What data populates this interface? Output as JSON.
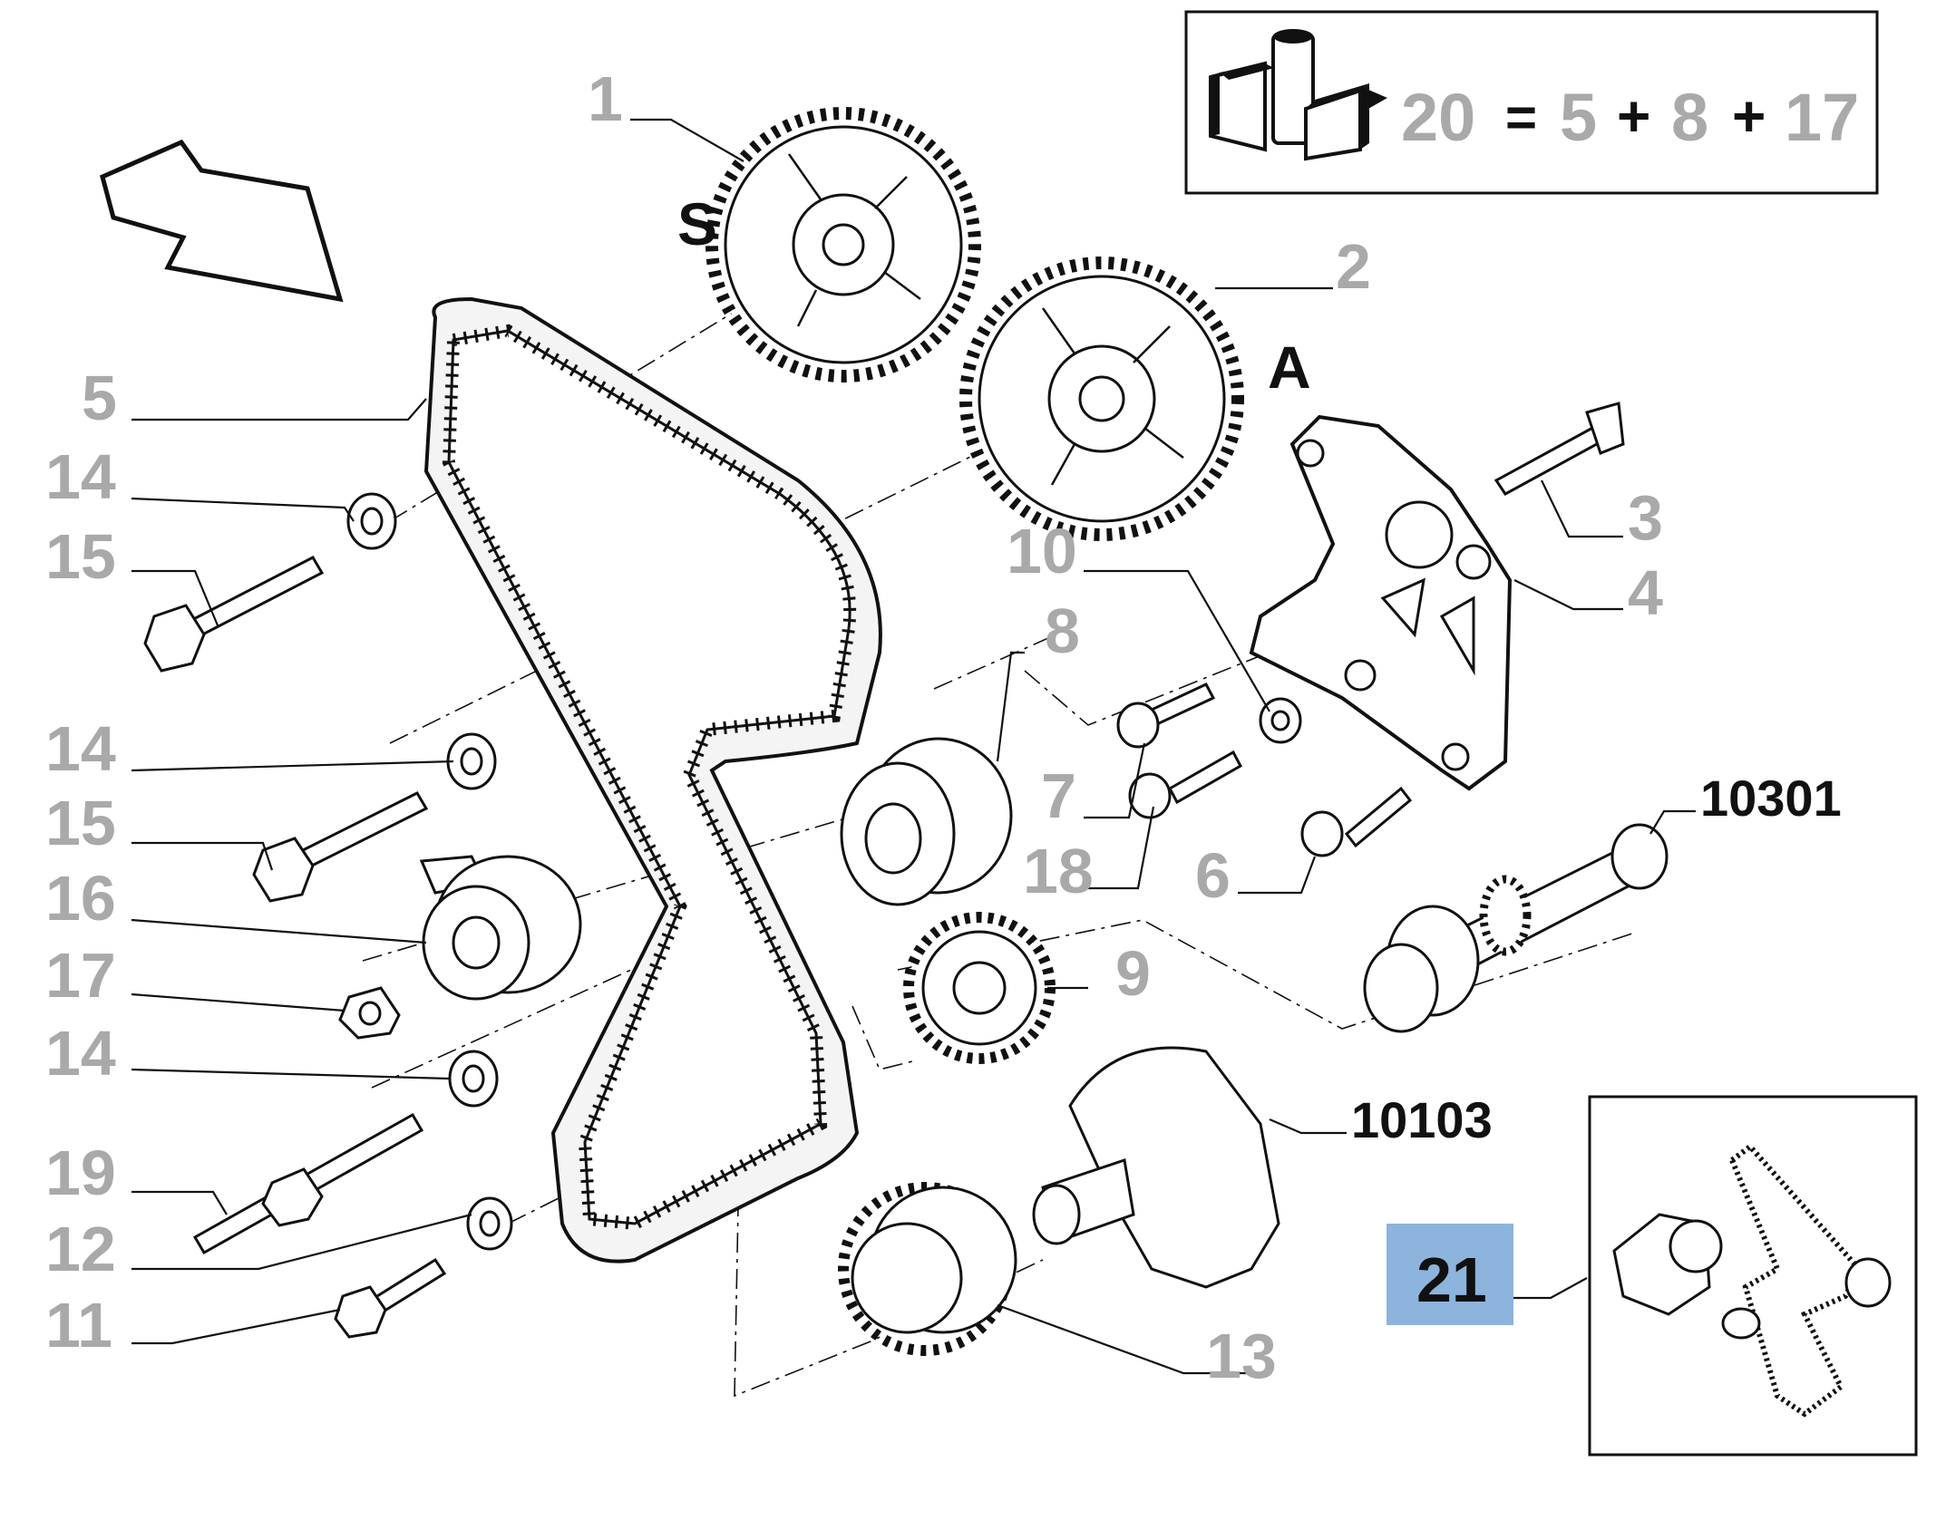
{
  "kit_formula": {
    "number": "20",
    "equals": "=",
    "parts": [
      "5",
      "8",
      "17"
    ],
    "plus": "+"
  },
  "letters": {
    "s": "S",
    "a": "A"
  },
  "callouts": [
    "1",
    "2",
    "3",
    "4",
    "5",
    "14",
    "15",
    "14",
    "15",
    "16",
    "17",
    "14",
    "19",
    "12",
    "11",
    "10",
    "8",
    "7",
    "18",
    "6",
    "10301",
    "9",
    "10103",
    "13",
    "21"
  ],
  "colors": {
    "ink": "#111111",
    "label_grey": "#a9a9a9",
    "highlight": "#8db4dc"
  },
  "icons": [
    "direction-arrow-icon",
    "kit-box-icon"
  ]
}
